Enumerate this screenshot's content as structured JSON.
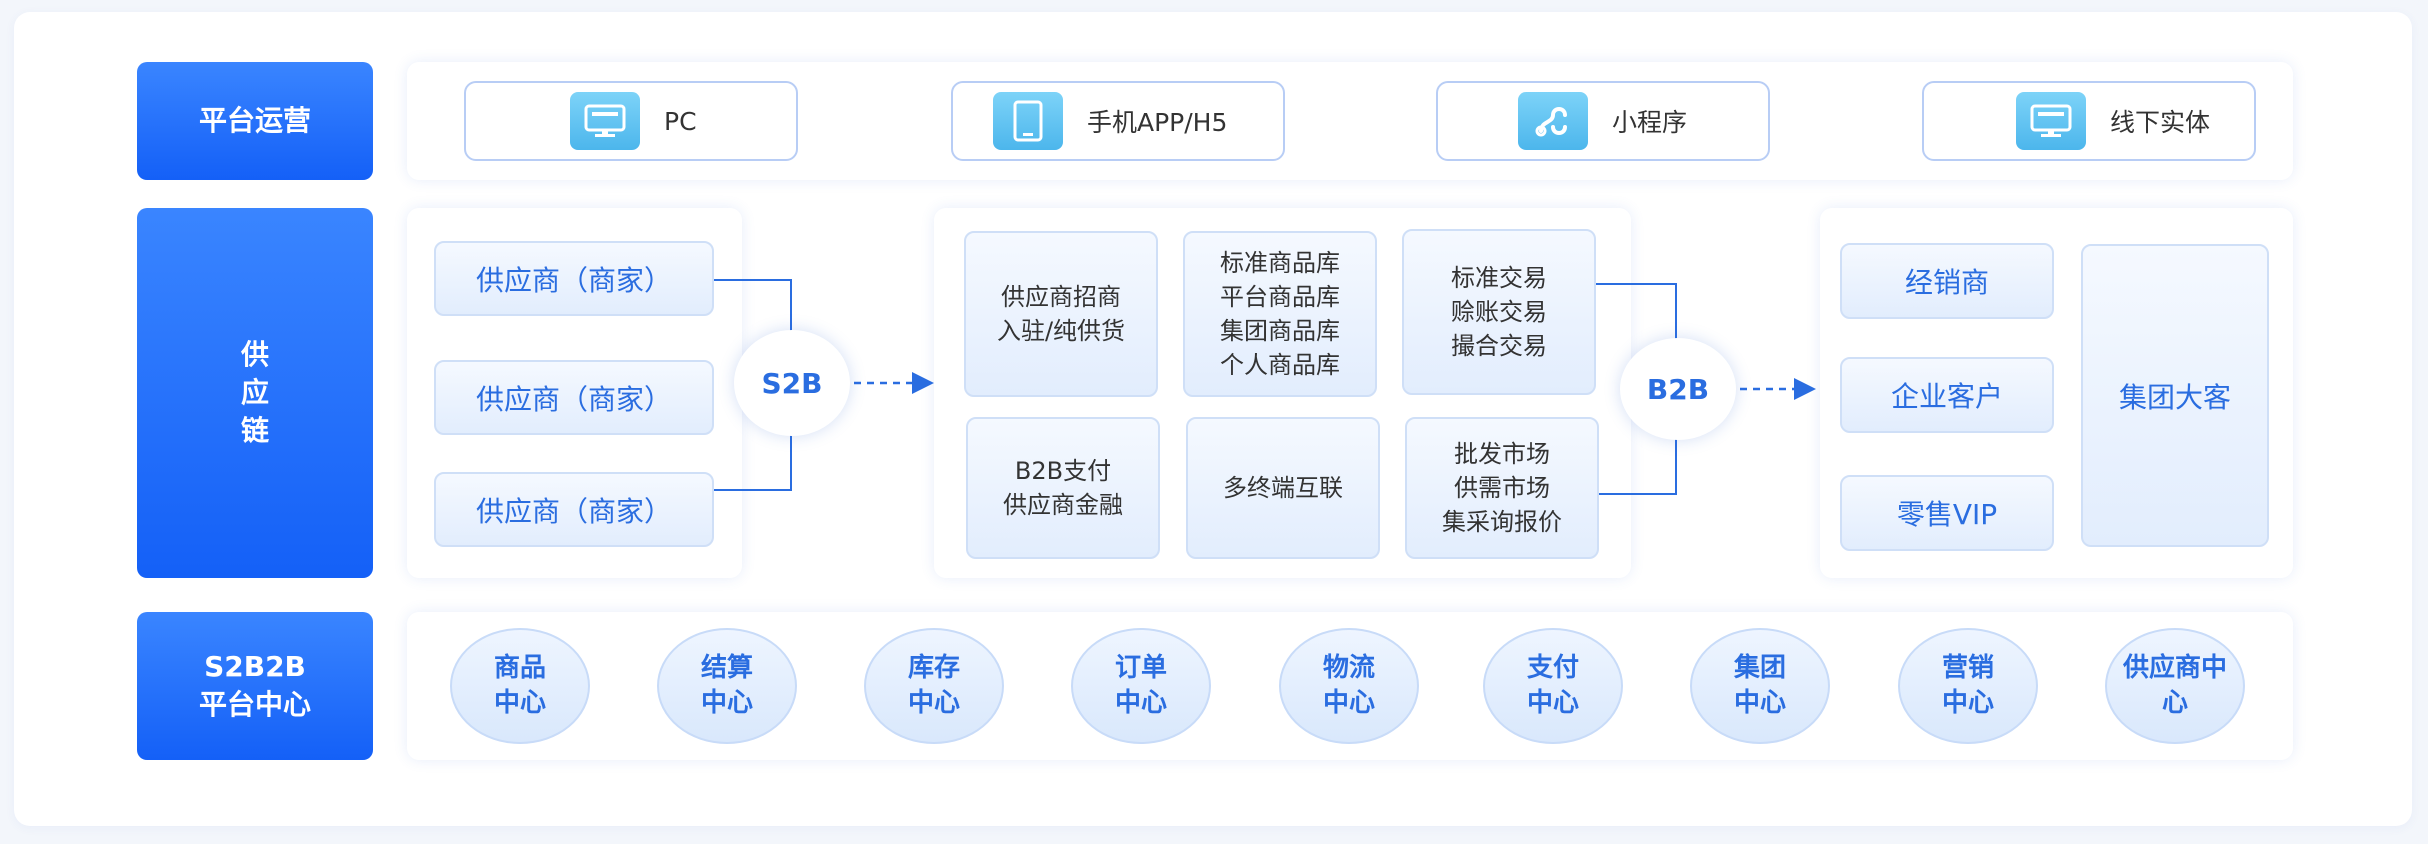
{
  "rows": {
    "platform_ops": "平台运营",
    "supply_chain": [
      "供",
      "应",
      "链"
    ],
    "s2b2b": [
      "S2B2B",
      "平台中心"
    ]
  },
  "channels": [
    {
      "label": "PC",
      "icon": "monitor-icon"
    },
    {
      "label": "手机APP/H5",
      "icon": "tablet-icon"
    },
    {
      "label": "小程序",
      "icon": "mini-program-icon"
    },
    {
      "label": "线下实体",
      "icon": "monitor-icon"
    }
  ],
  "suppliers": [
    "供应商（商家）",
    "供应商（商家）",
    "供应商（商家）"
  ],
  "connectors": {
    "s2b": "S2B",
    "b2b": "B2B"
  },
  "features": [
    {
      "lines": [
        "供应商招商",
        "入驻/纯供货"
      ]
    },
    {
      "lines": [
        "标准商品库",
        "平台商品库",
        "集团商品库",
        "个人商品库"
      ]
    },
    {
      "lines": [
        "标准交易",
        "赊账交易",
        "撮合交易"
      ]
    },
    {
      "lines": [
        "B2B支付",
        "供应商金融"
      ]
    },
    {
      "lines": [
        "多终端互联"
      ]
    },
    {
      "lines": [
        "批发市场",
        "供需市场",
        "集采询报价"
      ]
    }
  ],
  "customers": [
    "经销商",
    "企业客户",
    "零售VIP"
  ],
  "big_customer": "集团大客",
  "centers": [
    [
      "商品",
      "中心"
    ],
    [
      "结算",
      "中心"
    ],
    [
      "库存",
      "中心"
    ],
    [
      "订单",
      "中心"
    ],
    [
      "物流",
      "中心"
    ],
    [
      "支付",
      "中心"
    ],
    [
      "集团",
      "中心"
    ],
    [
      "营销",
      "中心"
    ],
    [
      "供应商中",
      "心"
    ]
  ],
  "colors": {
    "accent": "#1460f7",
    "line": "#2a6de0",
    "text_blue": "#2a6de0"
  }
}
